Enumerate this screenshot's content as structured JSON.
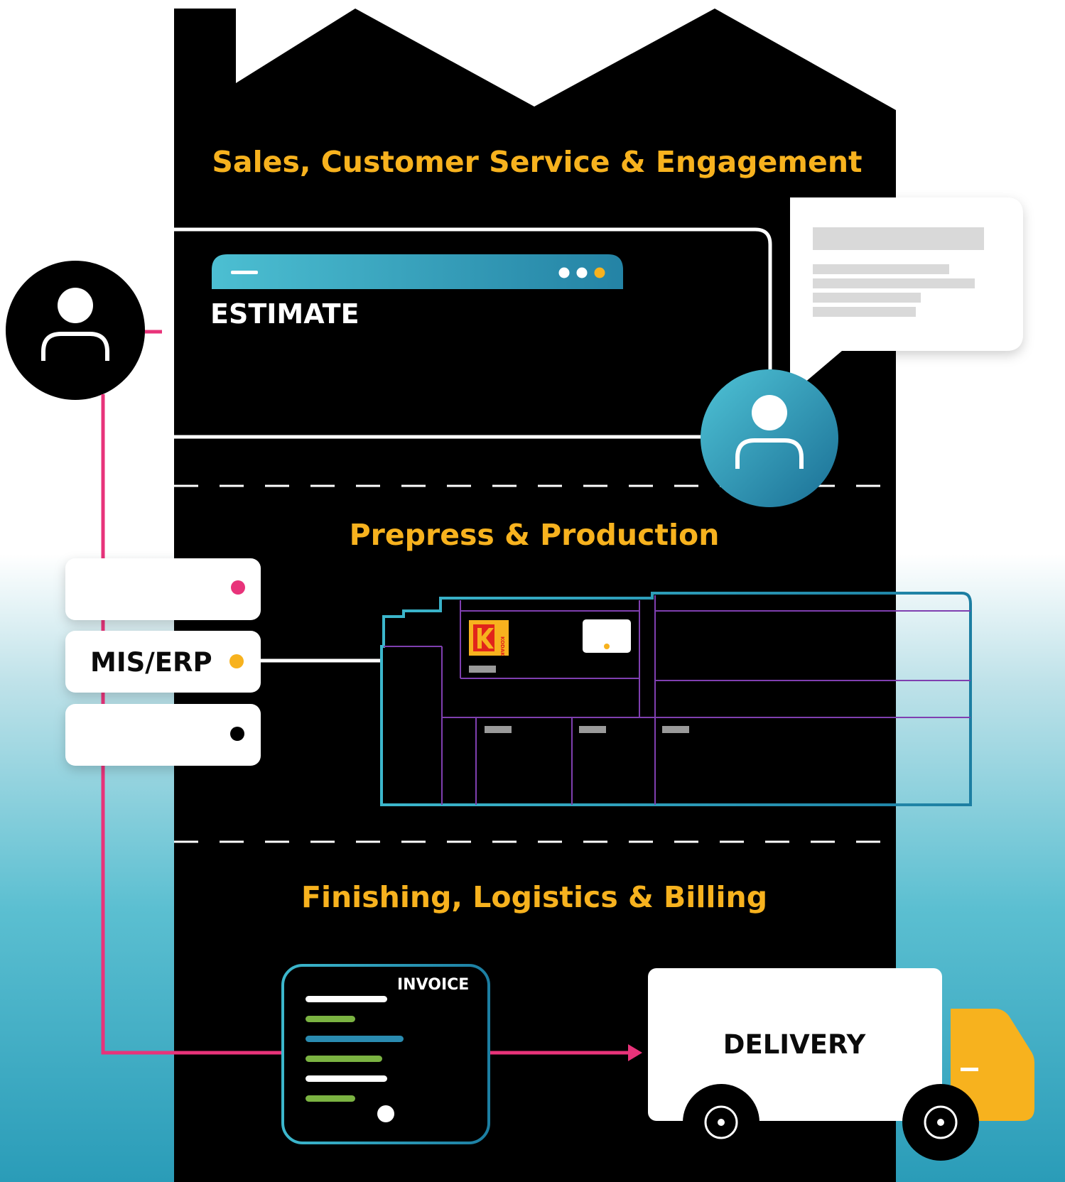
{
  "sections": {
    "sales": "Sales, Customer Service & Engagement",
    "prepress": "Prepress & Production",
    "finishing": "Finishing, Logistics & Billing"
  },
  "estimate": {
    "label": "ESTIMATE"
  },
  "mis_erp": {
    "label": "MIS/ERP"
  },
  "invoice": {
    "label": "INVOICE"
  },
  "delivery": {
    "label": "DELIVERY"
  },
  "press": {
    "logo_text": "KODAK"
  },
  "colors": {
    "accent_orange": "#f7b21e",
    "teal": "#2d9cb8",
    "magenta": "#e8337a",
    "factory": "#000000",
    "green": "#7bb342",
    "blue": "#2a8bb0"
  },
  "icons": [
    "user-icon",
    "agent-icon",
    "chat-bubble-icon",
    "kodak-logo-icon",
    "truck-icon"
  ]
}
